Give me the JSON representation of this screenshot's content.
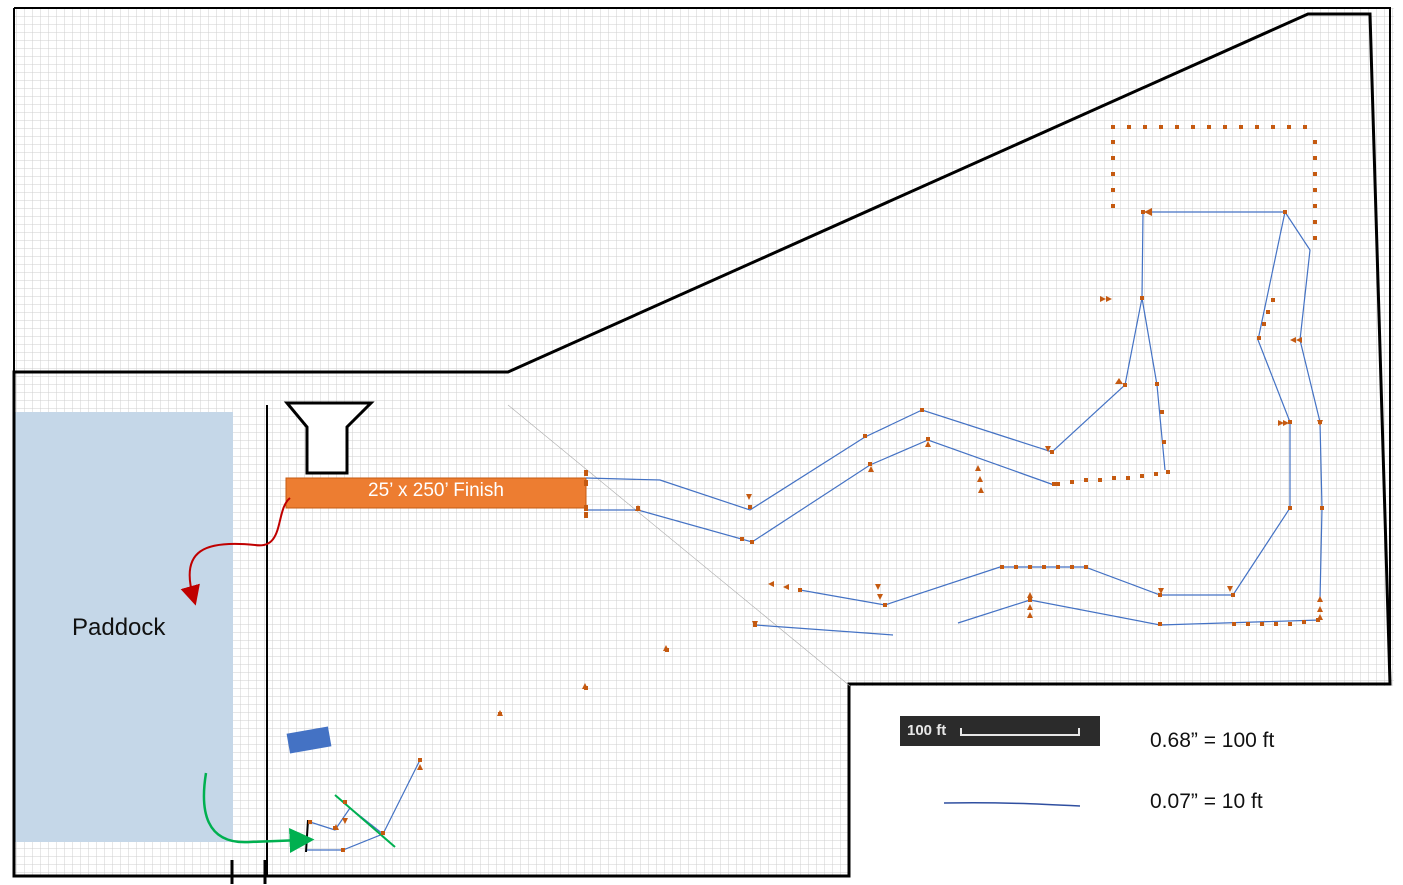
{
  "labels": {
    "paddock": "Paddock",
    "finish": "25’ x 250’ Finish",
    "scale_badge": "100 ft",
    "scale_text": "0.68” = 100 ft",
    "line_text": "0.07” = 10 ft"
  },
  "colors": {
    "grid": "#cfcfcf",
    "boundary": "#000000",
    "paddock_fill": "#c5d7e8",
    "finish_fill": "#ed7d31",
    "course_line": "#4472c4",
    "marker": "#c55a11",
    "arrow_red": "#c00000",
    "arrow_green": "#00b050",
    "green_line": "#00b050",
    "blue_box": "#4472c4",
    "scale_badge": "#2b2b2b"
  },
  "icons": {
    "markers": "orange-square-marker",
    "flags": "orange-triangle-flag",
    "exit_arrow": "red-curved-arrow",
    "entry_arrow": "green-curved-arrow",
    "funnel": "funnel-outline-icon"
  }
}
